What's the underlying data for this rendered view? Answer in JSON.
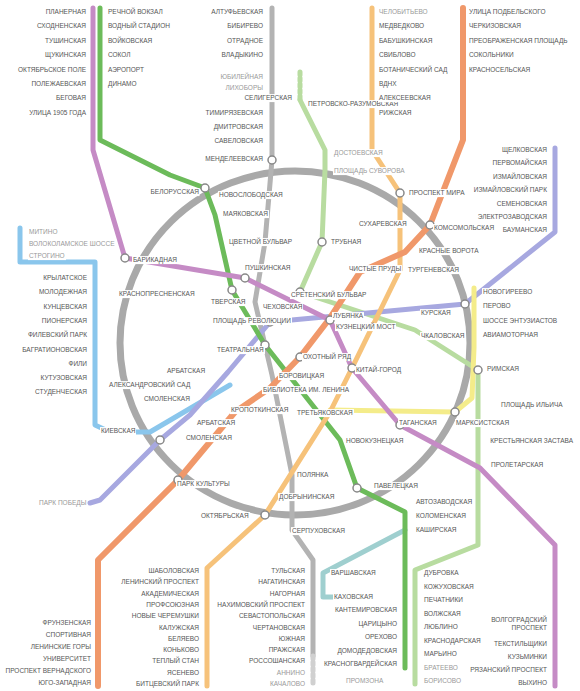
{
  "diagram": {
    "labels": [
      "ПЛАНЕРНАЯ",
      "СХОДНЕНСКАЯ",
      "ТУШИНСКАЯ",
      "ЩУКИНСКАЯ",
      "ОКТЯБРЬСКОЕ ПОЛЕ",
      "ПОЛЕЖАЕВСКАЯ",
      "БЕГОВАЯ",
      "УЛИЦА 1905 ГОДА",
      "РЕЧНОЙ ВОКЗАЛ",
      "ВОДНЫЙ СТАДИОН",
      "ВОЙКОВСКАЯ",
      "СОКОЛ",
      "АЭРОПОРТ",
      "ДИНАМО",
      "АЛТУФЬЕВСКАЯ",
      "БИБИРЕВО",
      "ОТРАДНОЕ",
      "ВЛАДЫКИНО",
      "ЮБИЛЕЙНАЯ",
      "ЛИХОБОРЫ",
      "СЕЛИГЕРСКАЯ",
      "ПЕТРОВСКО-РАЗУМОВСКАЯ",
      "ТИМИРЯЗЕВСКАЯ",
      "ДМИТРОВСКАЯ",
      "САВЕЛОВСКАЯ",
      "МЕНДЕЛЕЕВСКАЯ",
      "ДОСТОЕВСКАЯ",
      "ПЛОЩАДЬ СУВОРОВА",
      "ЧЕЛОБИТЬЕВО",
      "МЕДВЕДКОВО",
      "БАБУШКИНСКАЯ",
      "СВИБЛОВО",
      "БОТАНИЧЕСКИЙ САД",
      "ВДНХ",
      "АЛЕКСЕЕВСКАЯ",
      "РИЖСКАЯ",
      "УЛИЦА ПОДБЕЛЬСКОГО",
      "ЧЕРКИЗОВСКАЯ",
      "ПРЕОБРАЖЕНСКАЯ ПЛОЩАДЬ",
      "СОКОЛЬНИКИ",
      "КРАСНОСЕЛЬСКАЯ",
      "ЩЕЛКОВСКАЯ",
      "ПЕРВОМАЙСКАЯ",
      "ИЗМАЙЛОВСКАЯ",
      "ИЗМАЙЛОВСКИЙ ПАРК",
      "СЕМЕНОВСКАЯ",
      "ЭЛЕКТРОЗАВОДСКАЯ",
      "БАУМАНСКАЯ",
      "БЕЛОРУССКАЯ",
      "НОВОСЛОБОДСКАЯ",
      "ПРОСПЕКТ МИРА",
      "МАЯКОВСКАЯ",
      "КОМСОМОЛЬСКАЯ",
      "СУХАРЕВСКАЯ",
      "ЦВЕТНОЙ БУЛЬВАР",
      "ТРУБНАЯ",
      "КРАСНЫЕ ВОРОТА",
      "БАРИКАДНАЯ",
      "ПУШКИНСКАЯ",
      "ЧИСТЫЕ ПРУДЫ",
      "ТУРГЕНЕВСКАЯ",
      "МИТИНО",
      "ВОЛОКОЛАМСКОЕ ШОССЕ",
      "СТРОГИНО",
      "КРЫЛАТСКОЕ",
      "МОЛОДЕЖНАЯ",
      "КУНЦЕВСКАЯ",
      "ПИОНЕРСКАЯ",
      "ФИЛЕВСКИЙ ПАРК",
      "БАГРАТИОНОВСКАЯ",
      "ФИЛИ",
      "КУТУЗОВСКАЯ",
      "СТУДЕНЧЕСКАЯ",
      "КРАСНОПРЕСНЕНСКАЯ",
      "ТВЕРСКАЯ",
      "ЧЕХОВСКАЯ",
      "СРЕТЕНСКИЙ БУЛЬВАР",
      "НОВОГИРЕЕВО",
      "ПЕРОВО",
      "ШОССЕ ЭНТУЗИАСТОВ",
      "АВИАМОТОРНАЯ",
      "КУРСКАЯ",
      "ЛУБЯНКА",
      "ПЛОЩАДЬ РЕВОЛЮЦИИ",
      "КУЗНЕЦКИЙ МОСТ",
      "ЧКАЛОВСКАЯ",
      "ТЕАТРАЛЬНАЯ",
      "ОХОТНЫЙ РЯД",
      "РИМСКАЯ",
      "КИТАЙ-ГОРОД",
      "АРБАТСКАЯ",
      "БОРОВИЦКАЯ",
      "АЛЕКСАНДРОВСКИЙ САД",
      "БИБЛИОТЕКА ИМ. ЛЕНИНА",
      "СМОЛЕНСКАЯ",
      "ПЛОЩАДЬ ИЛЬИЧА",
      "КРОПОТКИНСКАЯ",
      "ТРЕТЬЯКОВСКАЯ",
      "АРБАТСКАЯ",
      "ТАГАНСКАЯ",
      "МАРКСИСТСКАЯ",
      "КИЕВСКАЯ",
      "СМОЛЕНСКАЯ",
      "НОВОКУЗНЕЦКАЯ",
      "КРЕСТЬЯНСКАЯ ЗАСТАВА",
      "ПРОЛЕТАРСКАЯ",
      "ПАРК КУЛЬТУРЫ",
      "ПОЛЯНКА",
      "ПАВЕЛЕЦКАЯ",
      "ДОБРЫНИНСКАЯ",
      "АВТОЗАВОДСКАЯ",
      "ПАРК ПОБЕДЫ",
      "ОКТЯБРЬСКАЯ",
      "КОЛОМЕНСКАЯ",
      "СЕРПУХОВСКАЯ",
      "КАШИРСКАЯ",
      "ШАБОЛОВСКАЯ",
      "ЛЕНИНСКИЙ ПРОСПЕКТ",
      "АКАДЕМИЧЕСКАЯ",
      "ПРОФСОЮЗНАЯ",
      "НОВЫЕ ЧЕРЕМУШКИ",
      "КАЛУЖСКАЯ",
      "БЕЛЯЕВО",
      "КОНЬКОВО",
      "ТЕПЛЫЙ СТАН",
      "ЯСЕНЕВО",
      "БИТЦЕВСКИЙ ПАРК",
      "ФРУНЗЕНСКАЯ",
      "СПОРТИВНАЯ",
      "ЛЕНИНСКИЕ ГОРЫ",
      "УНИВЕРСИТЕТ",
      "ПРОСПЕКТ ВЕРНАДСКОГО",
      "ЮГО-ЗАПАДНАЯ",
      "ТУЛЬСКАЯ",
      "НАГАТИНСКАЯ",
      "НАГОРНАЯ",
      "НАХИМОВСКИЙ ПРОСПЕКТ",
      "СЕВАСТОПОЛЬСКАЯ",
      "ЧЕРТАНОВСКАЯ",
      "ЮЖНАЯ",
      "ПРАЖСКАЯ",
      "РОССОШАНСКАЯ",
      "АННИНО",
      "КАЧАЛОВО",
      "ВАРШАВСКАЯ",
      "КАХОВСКАЯ",
      "КАНТЕМИРОВСКАЯ",
      "ЦАРИЦЫНО",
      "ОРЕХОВО",
      "ДОМОДЕДОВСКАЯ",
      "КРАСНОГВАРДЕЙСКАЯ",
      "ПРОМЗОНА",
      "ДУБРОВКА",
      "КОЖУХОВСКАЯ",
      "ПЕЧАТНИКИ",
      "ВОЛЖСКАЯ",
      "ЛЮБЛИНО",
      "КРАСНОДАРСКАЯ",
      "МАРЬИНО",
      "БРАТЕЕВО",
      "БОРИСОВО",
      "ВОЛГОГРАДСКИЙ ПРОСПЕКТ",
      "ТЕКСТИЛЬЩИКИ",
      "КУЗЬМИНКИ",
      "РЯЗАНСКИЙ ПРОСПЕКТ",
      "ВЫХИНО"
    ]
  }
}
